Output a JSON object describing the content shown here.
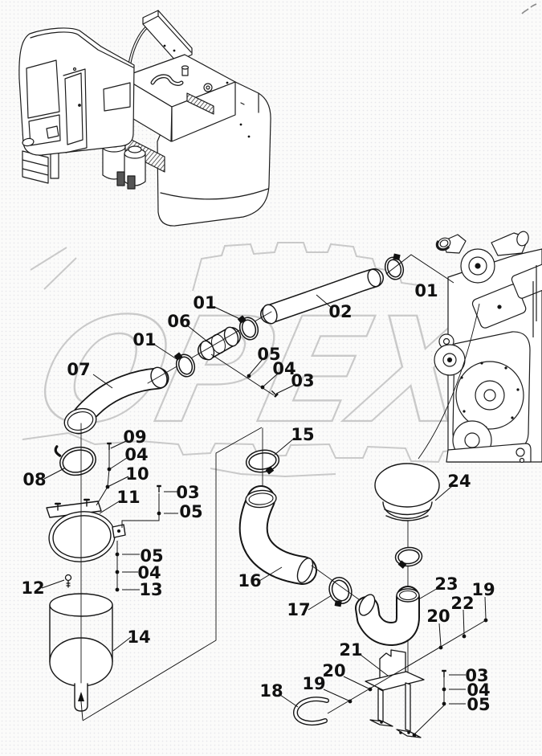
{
  "watermark": {
    "text": "ОРЕХ",
    "color": "#c9c9c9"
  },
  "callouts": {
    "c01a": "01",
    "c02": "02",
    "c01b": "01",
    "c06": "06",
    "c01c": "01",
    "c07": "07",
    "c05a": "05",
    "c04a": "04",
    "c03a": "03",
    "c09": "09",
    "c04b": "04",
    "c10": "10",
    "c08": "08",
    "c11": "11",
    "c03b": "03",
    "c05b": "05",
    "c05c": "05",
    "c04c": "04",
    "c13": "13",
    "c12": "12",
    "c14": "14",
    "c15": "15",
    "c16": "16",
    "c17": "17",
    "c24": "24",
    "c23": "23",
    "c19a": "19",
    "c22": "22",
    "c20a": "20",
    "c21": "21",
    "c20b": "20",
    "c19b": "19",
    "c18": "18",
    "c03c": "03",
    "c04d": "04",
    "c05d": "05"
  }
}
